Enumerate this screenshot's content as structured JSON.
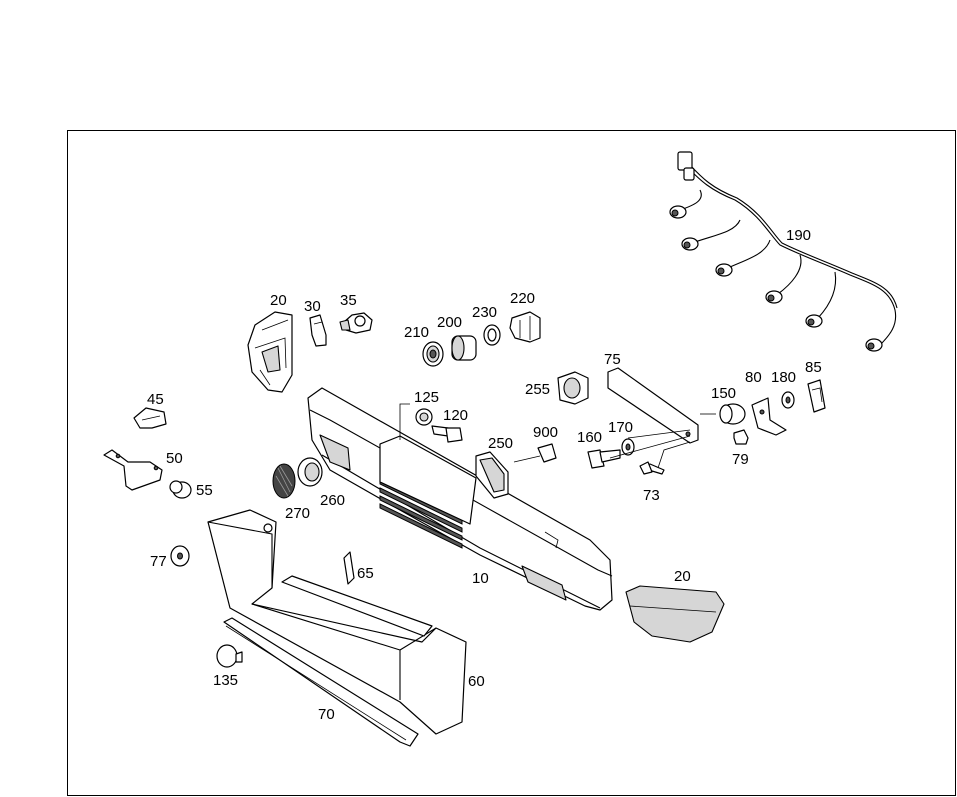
{
  "diagram": {
    "labels": {
      "p10": "10",
      "p20a": "20",
      "p20b": "20",
      "p30": "30",
      "p35": "35",
      "p45": "45",
      "p50": "50",
      "p55": "55",
      "p60": "60",
      "p65": "65",
      "p70": "70",
      "p73": "73",
      "p75": "75",
      "p77": "77",
      "p79": "79",
      "p80": "80",
      "p85": "85",
      "p120": "120",
      "p125": "125",
      "p135": "135",
      "p150": "150",
      "p160": "160",
      "p170": "170",
      "p180": "180",
      "p190": "190",
      "p200": "200",
      "p210": "210",
      "p220": "220",
      "p230": "230",
      "p250": "250",
      "p255": "255",
      "p260": "260",
      "p270": "270",
      "p900": "900"
    }
  }
}
